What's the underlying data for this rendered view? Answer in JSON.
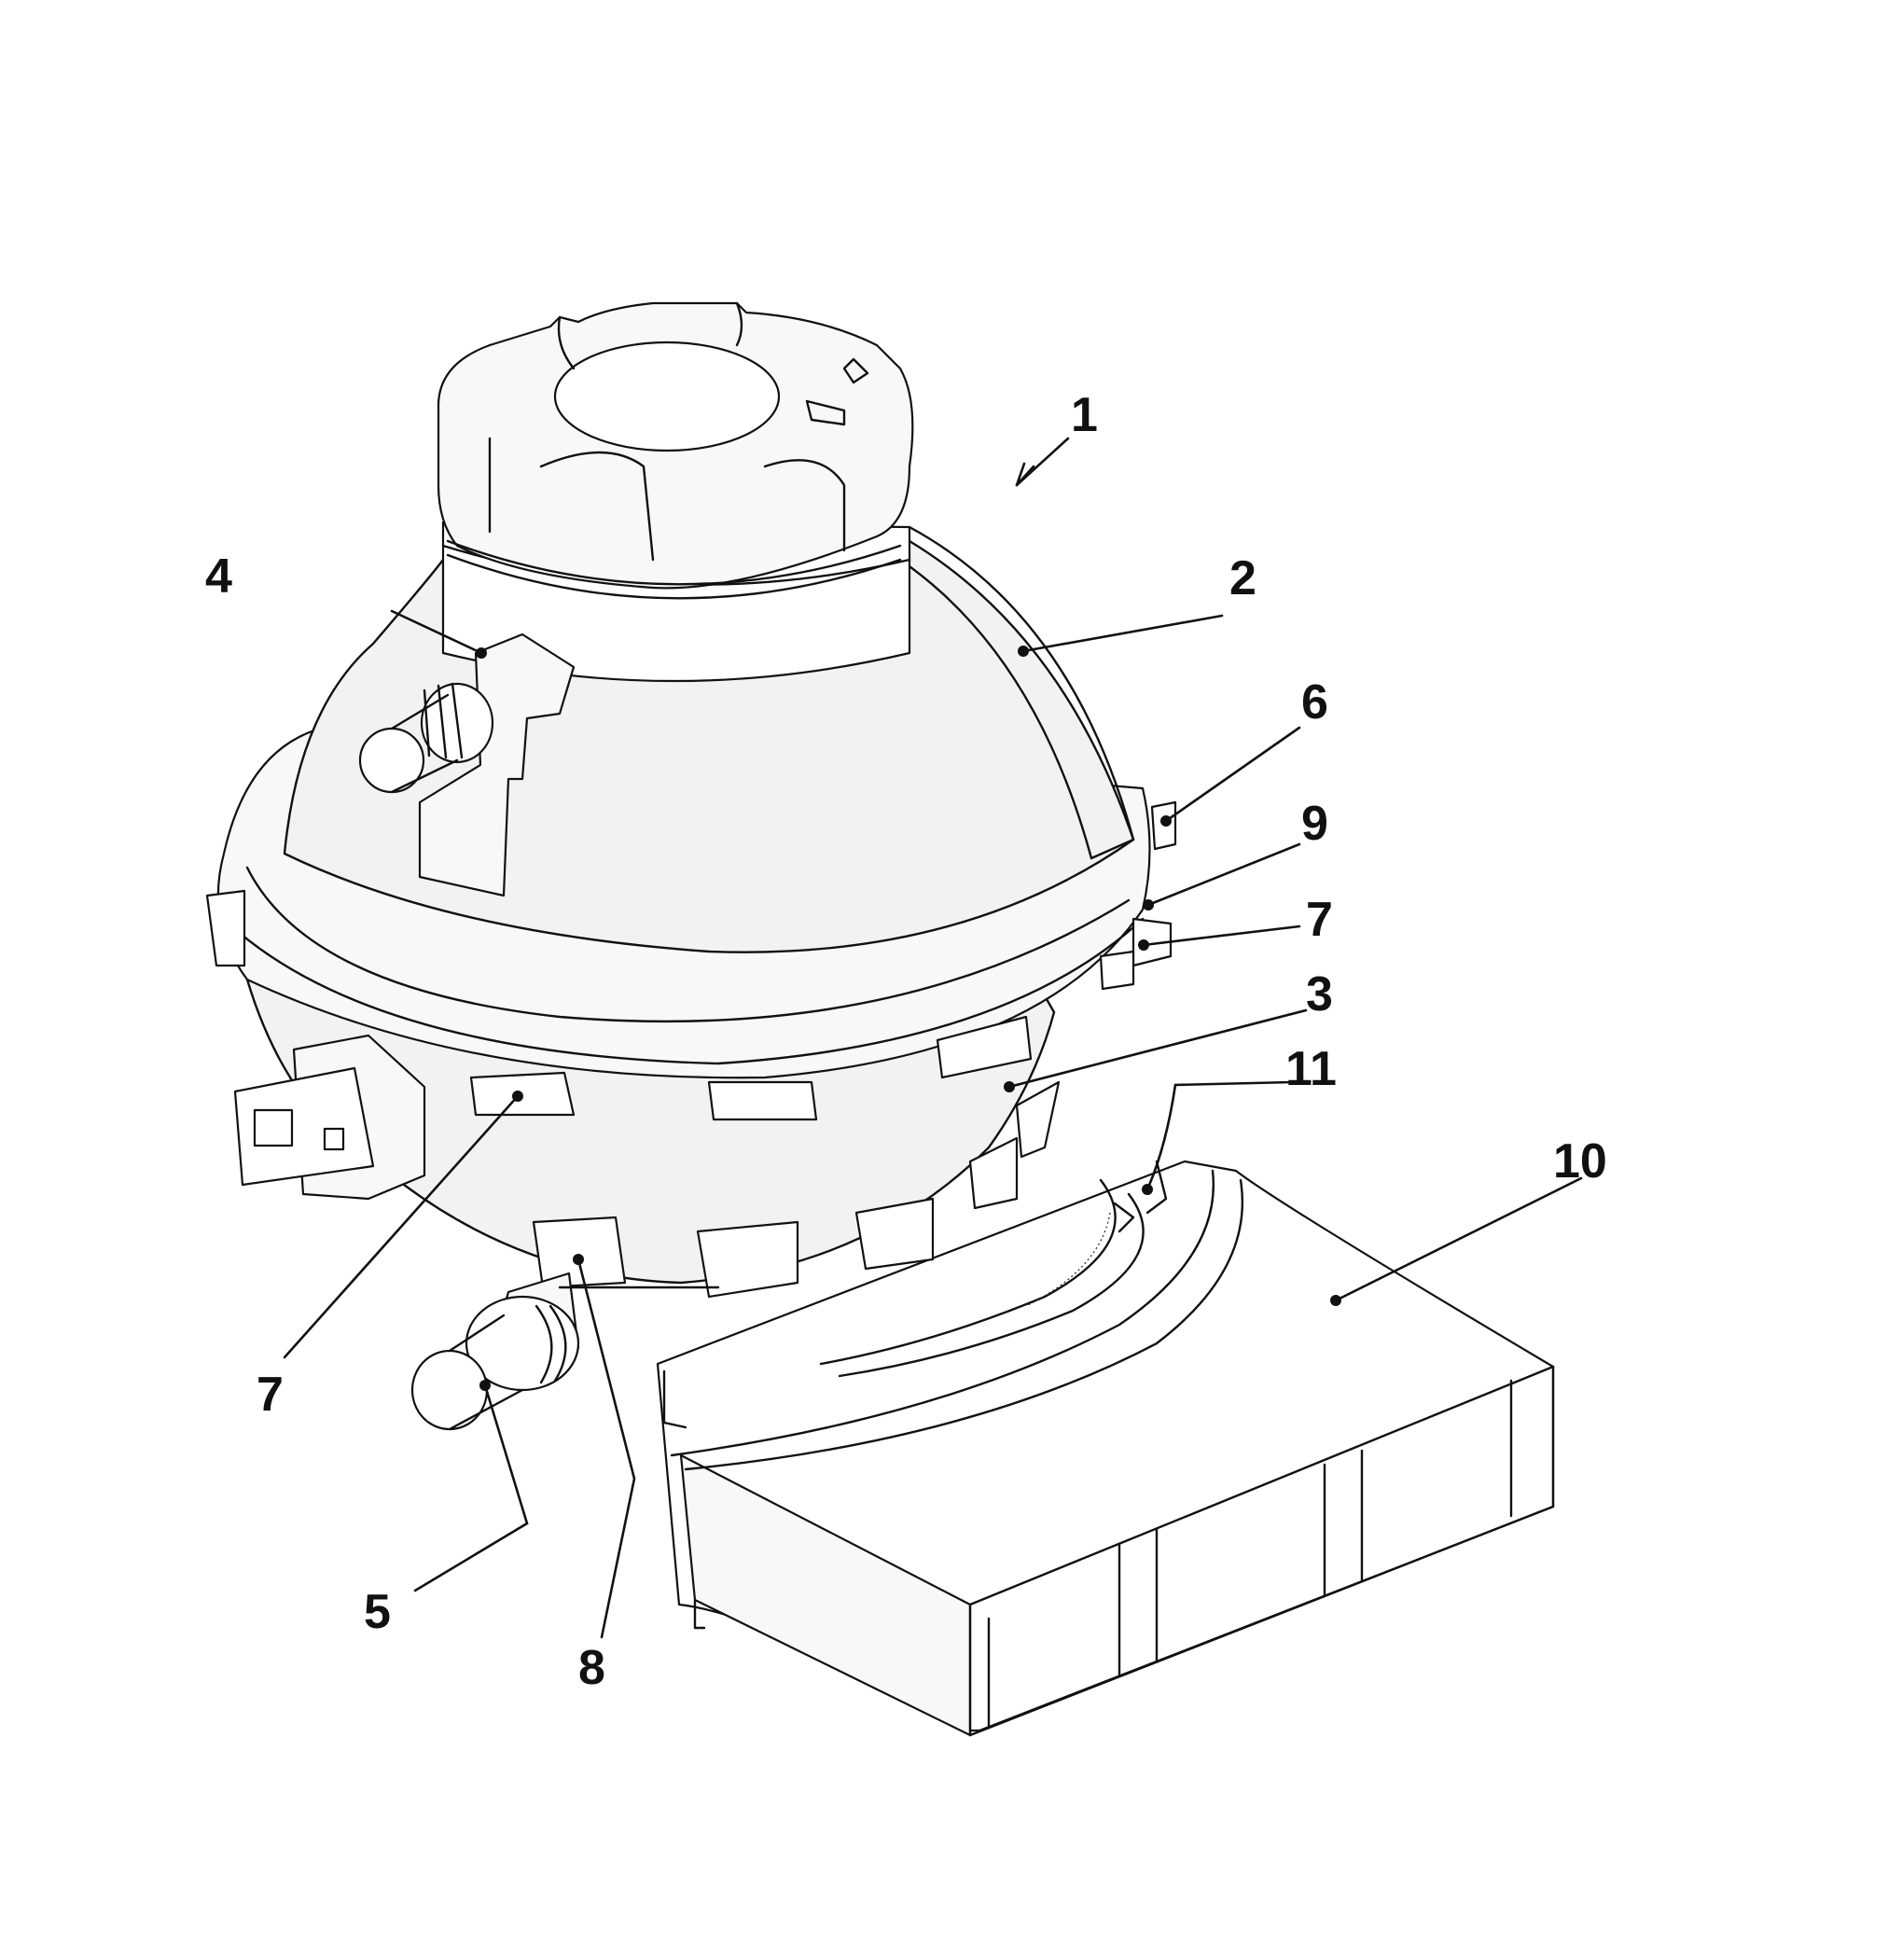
{
  "figure": {
    "labels": {
      "l1": "1",
      "l2": "2",
      "l3": "3",
      "l4": "4",
      "l5": "5",
      "l6": "6",
      "l7a": "7",
      "l7b": "7",
      "l8": "8",
      "l9": "9",
      "l10": "10",
      "l11": "11"
    }
  }
}
